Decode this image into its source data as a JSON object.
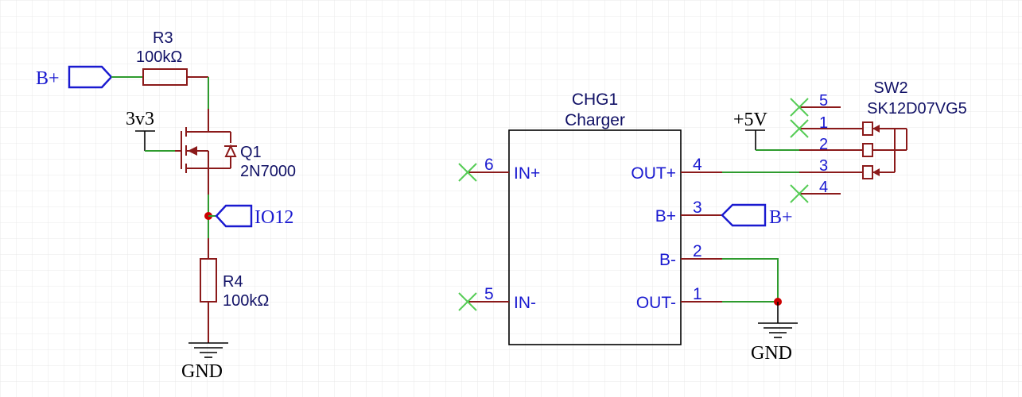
{
  "nets": {
    "bplus_left": "B+",
    "three_v3": "3v3",
    "io12": "IO12",
    "gnd_left": "GND",
    "bplus_right": "B+",
    "plus5v": "+5V",
    "gnd_right": "GND"
  },
  "r3": {
    "ref": "R3",
    "value": "100kΩ"
  },
  "r4": {
    "ref": "R4",
    "value": "100kΩ"
  },
  "q1": {
    "ref": "Q1",
    "value": "2N7000"
  },
  "chg1": {
    "ref": "CHG1",
    "value": "Charger",
    "pins": {
      "p6": {
        "num": "6",
        "name": "IN+"
      },
      "p5": {
        "num": "5",
        "name": "IN-"
      },
      "p4": {
        "num": "4",
        "name": "OUT+"
      },
      "p3": {
        "num": "3",
        "name": "B+"
      },
      "p2": {
        "num": "2",
        "name": "B-"
      },
      "p1": {
        "num": "1",
        "name": "OUT-"
      }
    }
  },
  "sw2": {
    "ref": "SW2",
    "value": "SK12D07VG5",
    "pins": [
      "5",
      "1",
      "2",
      "3",
      "4"
    ]
  },
  "colors": {
    "wire": "#2e9b2e",
    "component": "#8b1a1a",
    "netflag": "#1a1ad0",
    "noconnect": "#55cc55",
    "junction": "#cc0000",
    "grid": "#e6e6e6"
  }
}
